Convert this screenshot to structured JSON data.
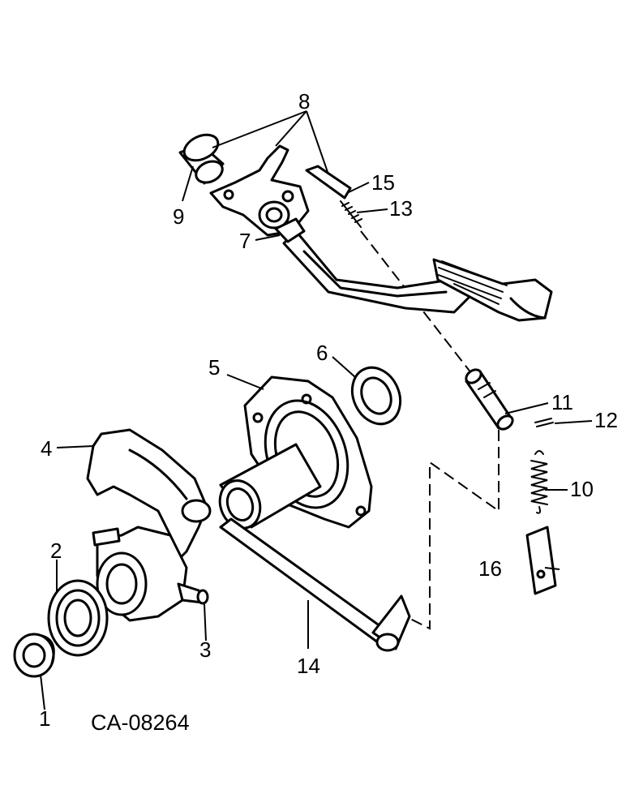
{
  "drawing_code": "CA-08264",
  "callouts": {
    "c1": "1",
    "c2": "2",
    "c3": "3",
    "c4": "4",
    "c5": "5",
    "c6": "6",
    "c7": "7",
    "c8": "8",
    "c9": "9",
    "c10": "10",
    "c11": "11",
    "c12": "12",
    "c13": "13",
    "c14": "14",
    "c15": "15",
    "c16": "16"
  }
}
